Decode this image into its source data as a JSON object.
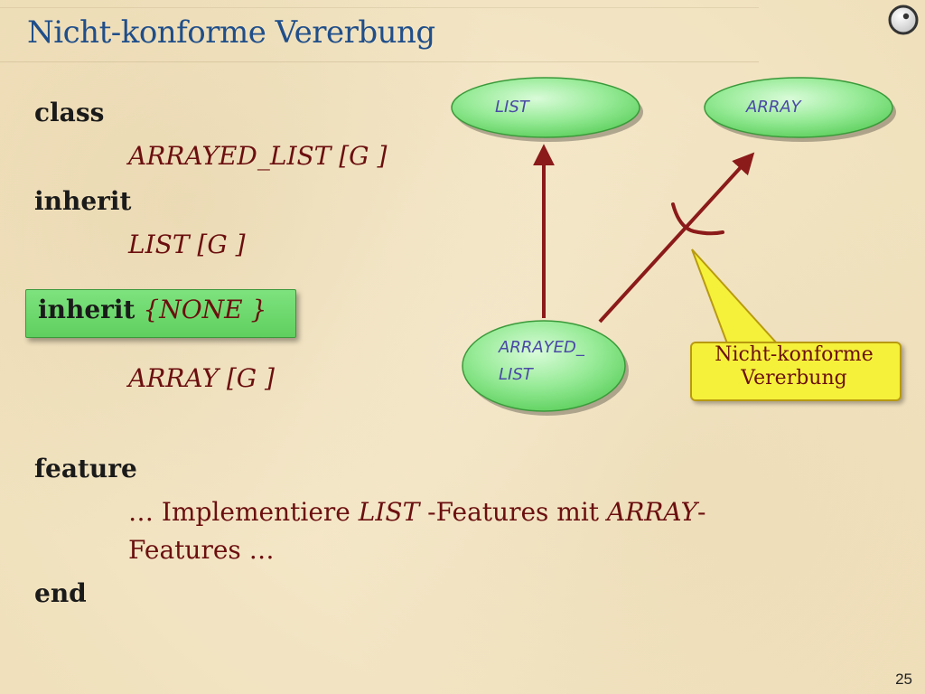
{
  "slide": {
    "title": "Nicht-konforme Vererbung",
    "page_number": "25",
    "code": {
      "kw_class": "class",
      "class_name": "ARRAYED_LIST  [G ]",
      "kw_inherit1": "inherit",
      "parent1": "LIST [G ]",
      "kw_inherit2": "inherit",
      "inherit2_clause": "{NONE }",
      "parent2": "ARRAY [G ]",
      "kw_feature": "feature",
      "feature_pre": "… Implementiere ",
      "feature_list": "LIST",
      "feature_mid": " -Features mit ",
      "feature_array": "ARRAY",
      "feature_dash": "-",
      "feature_line2": "Features …",
      "kw_end": "end"
    },
    "diagram": {
      "node_list": "LIST",
      "node_array": "ARRAY",
      "node_arrayed_line1": "ARRAYED_",
      "node_arrayed_line2": "LIST",
      "callout_line1": "Nicht-konforme",
      "callout_line2": "Vererbung"
    },
    "colors": {
      "title": "#1f4e8a",
      "code_text": "#6b0f0f",
      "keyword": "#1a1a1a",
      "node_fill": "#8ee88e",
      "arrow": "#8b1a1a",
      "callout_fill": "#f5f13a"
    }
  }
}
